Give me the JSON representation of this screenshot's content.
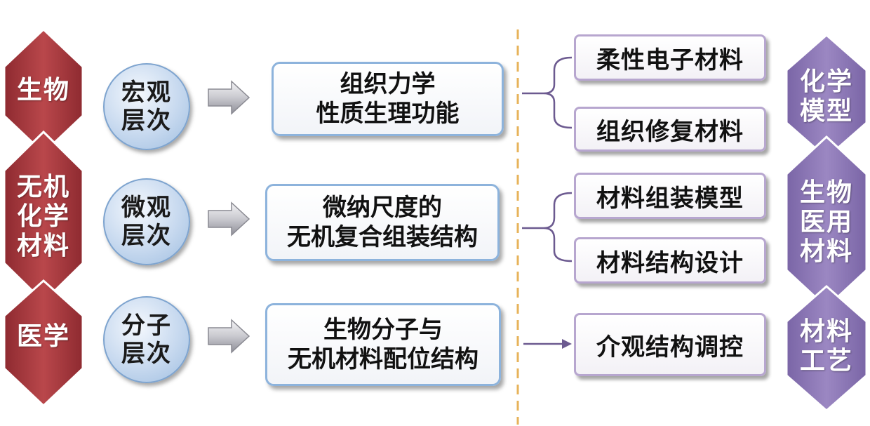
{
  "left_column": {
    "color": "#a83a3f",
    "labels": [
      "生物",
      "无机\n化学\n材料",
      "医学"
    ]
  },
  "levels": [
    "宏观\n层次",
    "微观\n层次",
    "分子\n层次"
  ],
  "concepts": [
    "组织力学\n性质生理功能",
    "微纳尺度的\n无机复合组装结构",
    "生物分子与\n无机材料配位结构"
  ],
  "applications": [
    "柔性电子材料",
    "组织修复材料",
    "材料组装模型",
    "材料结构设计",
    "介观结构调控"
  ],
  "right_column": {
    "color": "#8a74b4",
    "labels": [
      "化学\n模型",
      "生物\n医用\n材料",
      "材料\n工艺"
    ]
  }
}
